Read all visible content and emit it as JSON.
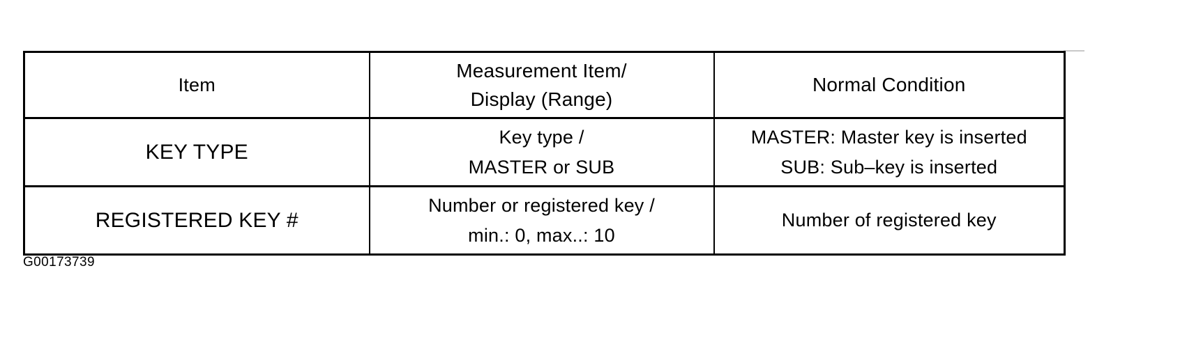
{
  "document": {
    "caption": "G00173739"
  },
  "table": {
    "columns": [
      {
        "header_lines": [
          "Item"
        ]
      },
      {
        "header_lines": [
          "Measurement Item/",
          "Display (Range)"
        ]
      },
      {
        "header_lines": [
          "Normal Condition"
        ]
      }
    ],
    "rows": [
      {
        "item": [
          "KEY TYPE"
        ],
        "measurement": [
          "Key type /",
          "MASTER or SUB"
        ],
        "normal_condition": [
          "MASTER: Master key is inserted",
          "SUB: Sub–key is inserted"
        ]
      },
      {
        "item": [
          "REGISTERED KEY #"
        ],
        "measurement": [
          "Number or registered key /",
          "min.: 0, max..: 10"
        ],
        "normal_condition": [
          "Number of registered key"
        ]
      }
    ]
  },
  "colors": {
    "border": "#000000",
    "background": "#ffffff",
    "text": "#000000"
  }
}
